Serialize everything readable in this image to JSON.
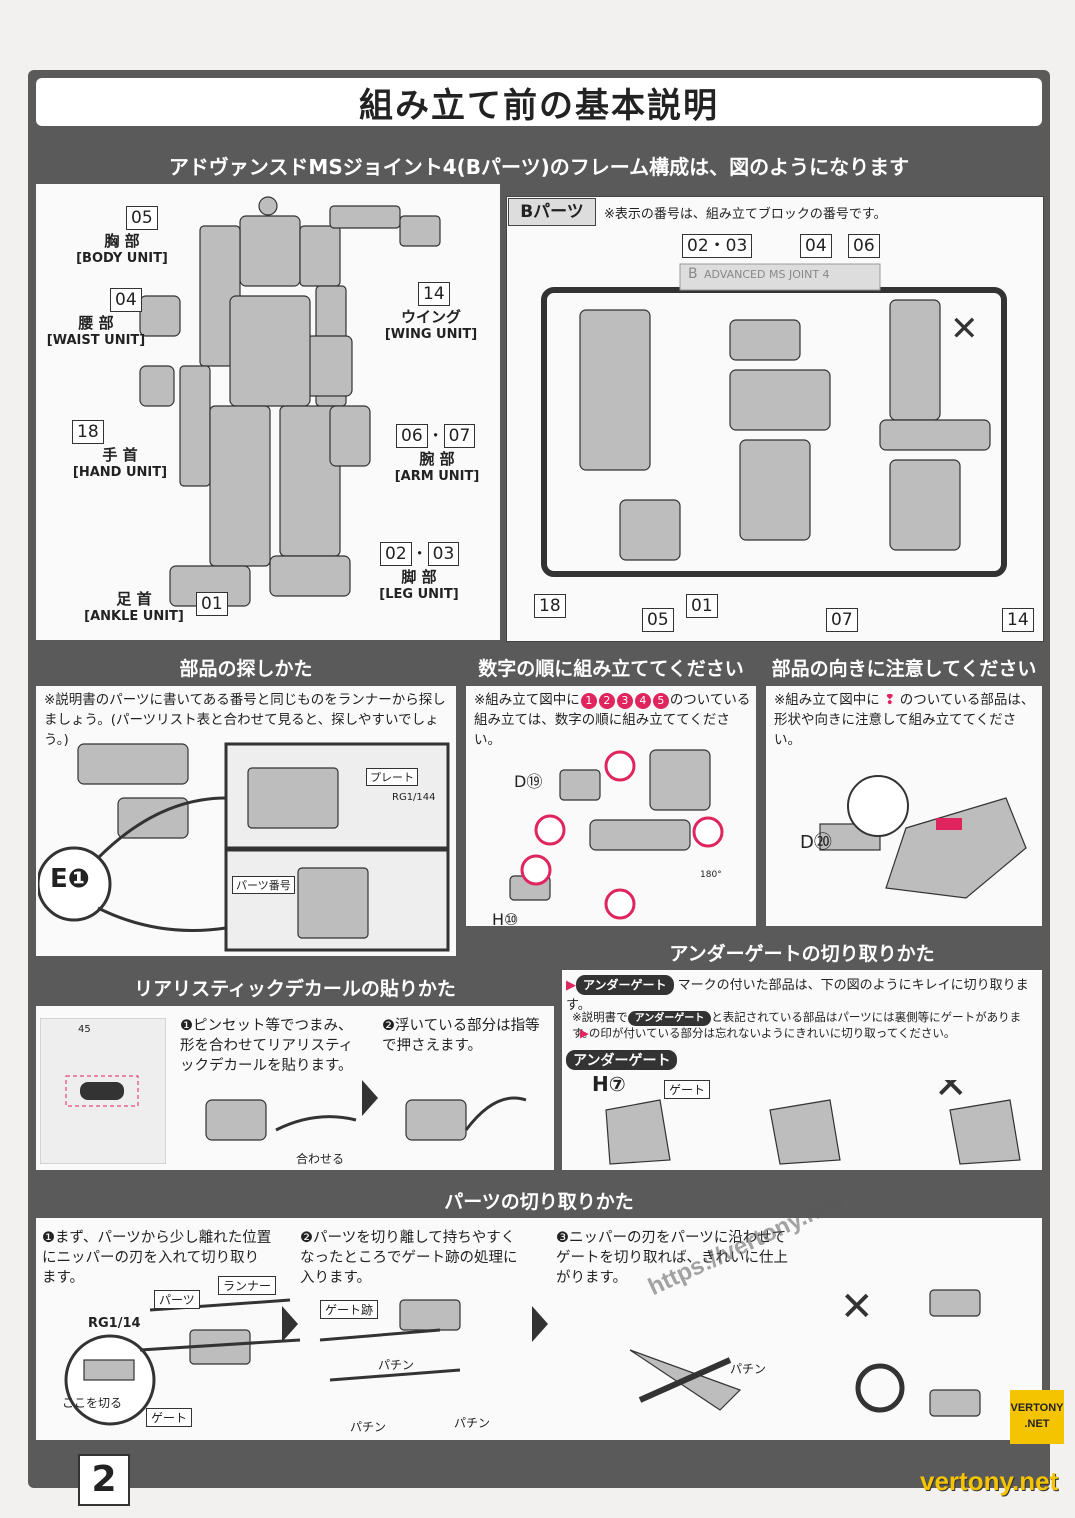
{
  "page_title": "組み立て前の基本説明",
  "frame_section": {
    "header": "アドヴァンスドMSジョイント4(Bパーツ)のフレーム構成は、図のようになります",
    "units": [
      {
        "num": "05",
        "jp": "胸 部",
        "en": "[BODY UNIT]"
      },
      {
        "num": "04",
        "jp": "腰 部",
        "en": "[WAIST UNIT]"
      },
      {
        "num": "18",
        "jp": "手 首",
        "en": "[HAND UNIT]"
      },
      {
        "num": "14",
        "jp": "ウイング",
        "en": "[WING UNIT]"
      },
      {
        "num_a": "06",
        "num_b": "07",
        "jp": "腕 部",
        "en": "[ARM UNIT]"
      },
      {
        "num_a": "02",
        "num_b": "03",
        "jp": "脚 部",
        "en": "[LEG UNIT]"
      },
      {
        "num": "01",
        "jp": "足 首",
        "en": "[ANKLE UNIT]"
      }
    ],
    "b_parts": {
      "title": "Bパーツ",
      "note": "※表示の番号は、組み立てブロックの番号です。",
      "runner_text": "ADVANCED MS JOINT 4",
      "runner_letter": "B",
      "callouts": [
        "02・03",
        "04",
        "06",
        "18",
        "05",
        "01",
        "07",
        "14"
      ]
    }
  },
  "find_parts": {
    "header": "部品の探しかた",
    "text": "※説明書のパーツに書いてある番号と同じものをランナーから探しましょう。(パーツリスト表と合わせて見ると、探しやすいでしょう。)",
    "badge": "E❶",
    "plate_label": "プレート",
    "parts_number_label": "パーツ番号",
    "runner_code": "RG1/144"
  },
  "order_section": {
    "header": "数字の順に組み立ててください",
    "text_a": "※組み立て図中に",
    "text_b": "のついている組み立ては、数字の順に組み立ててください。",
    "steps": [
      "1",
      "2",
      "3",
      "4",
      "5"
    ],
    "part_d": "D⑲",
    "part_h": "H⑩",
    "rotate": "180°"
  },
  "direction_section": {
    "header": "部品の向きに注意してください",
    "text_a": "※組み立て図中に",
    "text_b": "のついている部品は、形状や向きに注意して組み立ててください。",
    "part": "D⑳"
  },
  "undergate": {
    "header": "アンダーゲートの切り取りかた",
    "badge": "アンダーゲート",
    "line1": "マークの付いた部品は、下の図のようにキレイに切り取ります。",
    "note1_a": "※説明書で",
    "note1_b": "と表記されている部品はパーツには裏側等にゲートがあります。",
    "note2": "の印が付いている部分は忘れないようにきれいに切り取ってください。",
    "part": "H⑦",
    "gate_label": "ゲート"
  },
  "decal": {
    "header": "リアリスティックデカールの貼りかた",
    "step1": "❶ピンセット等でつまみ、形を合わせてリアリスティックデカールを貼ります。",
    "step2": "❷浮いている部分は指等で押さえます。",
    "align_label": "合わせる",
    "sheet_num": "45"
  },
  "cutting": {
    "header": "パーツの切り取りかた",
    "step1": "❶まず、パーツから少し離れた位置にニッパーの刃を入れて切り取ります。",
    "step2": "❷パーツを切り離して持ちやすくなったところでゲート跡の処理に入ります。",
    "step3": "❸ニッパーの刃をパーツに沿わせてゲートを切り取れば、きれいに仕上がります。",
    "labels": {
      "parts": "パーツ",
      "runner": "ランナー",
      "gate": "ゲート",
      "cut_here": "ここを切る",
      "gate_mark": "ゲート跡",
      "snap": "パチン",
      "runner_code": "RG1/14"
    }
  },
  "page_number": "2",
  "watermarks": {
    "site": "vertony.net",
    "url": "https://vertony.net/",
    "logo_top": "VERTONY",
    "logo_bottom": ".NET"
  }
}
